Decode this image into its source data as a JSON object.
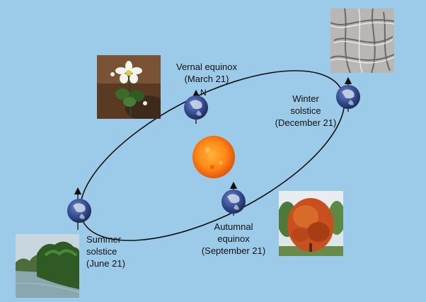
{
  "diagram": {
    "labels": {
      "vernal": [
        "Vernal equinox",
        "(March 21)"
      ],
      "winter": [
        "Winter",
        "solstice",
        "(December 21)"
      ],
      "summer": [
        "Summer",
        "solstice",
        "(June 21)"
      ],
      "autumnal": [
        "Autumnal",
        "equinox",
        "(September 21)"
      ],
      "north": "N"
    },
    "colors": {
      "background": "#9ccbea",
      "orbit": "#111111",
      "sun_core": "#ff9a1f",
      "sun_edge": "#e84a08",
      "ocean": "#3a4f9a",
      "land": "#c9d6e6"
    },
    "photos": [
      "flower-photo",
      "ice-branches-photo",
      "lake-trees-photo",
      "autumn-tree-photo"
    ]
  }
}
